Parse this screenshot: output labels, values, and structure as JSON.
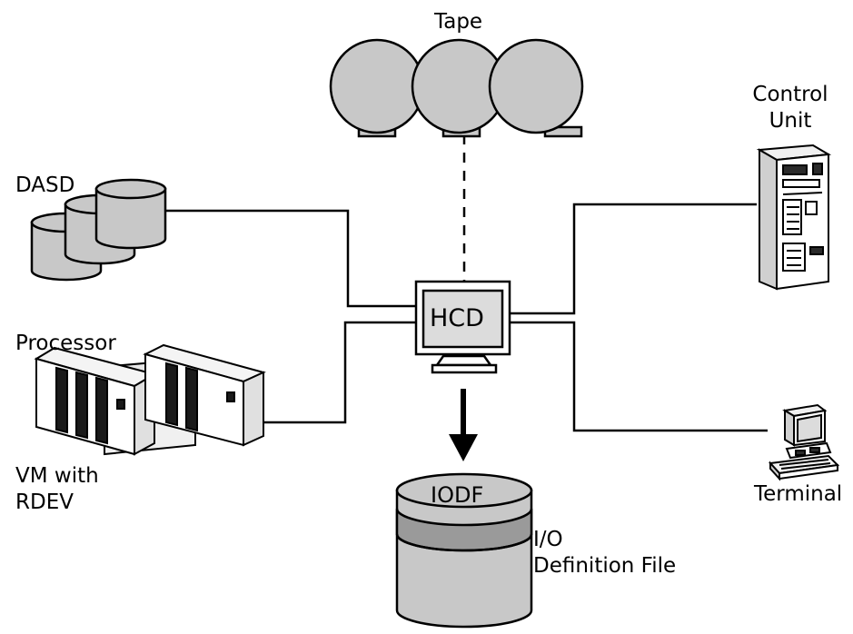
{
  "labels": {
    "tape": "Tape",
    "control_unit_line1": "Control",
    "control_unit_line2": "Unit",
    "dasd": "DASD",
    "processor": "Processor",
    "vm_line1": "VM with",
    "vm_line2": "RDEV",
    "hcd": "HCD",
    "iodf": "IODF",
    "io_line1": "I/O",
    "io_line2": "Definition File",
    "terminal": "Terminal"
  },
  "colors": {
    "device_fill": "#c8c8c8",
    "screen_fill": "#dcdcdc",
    "iodf_band": "#9a9a9a",
    "line": "#000000"
  }
}
